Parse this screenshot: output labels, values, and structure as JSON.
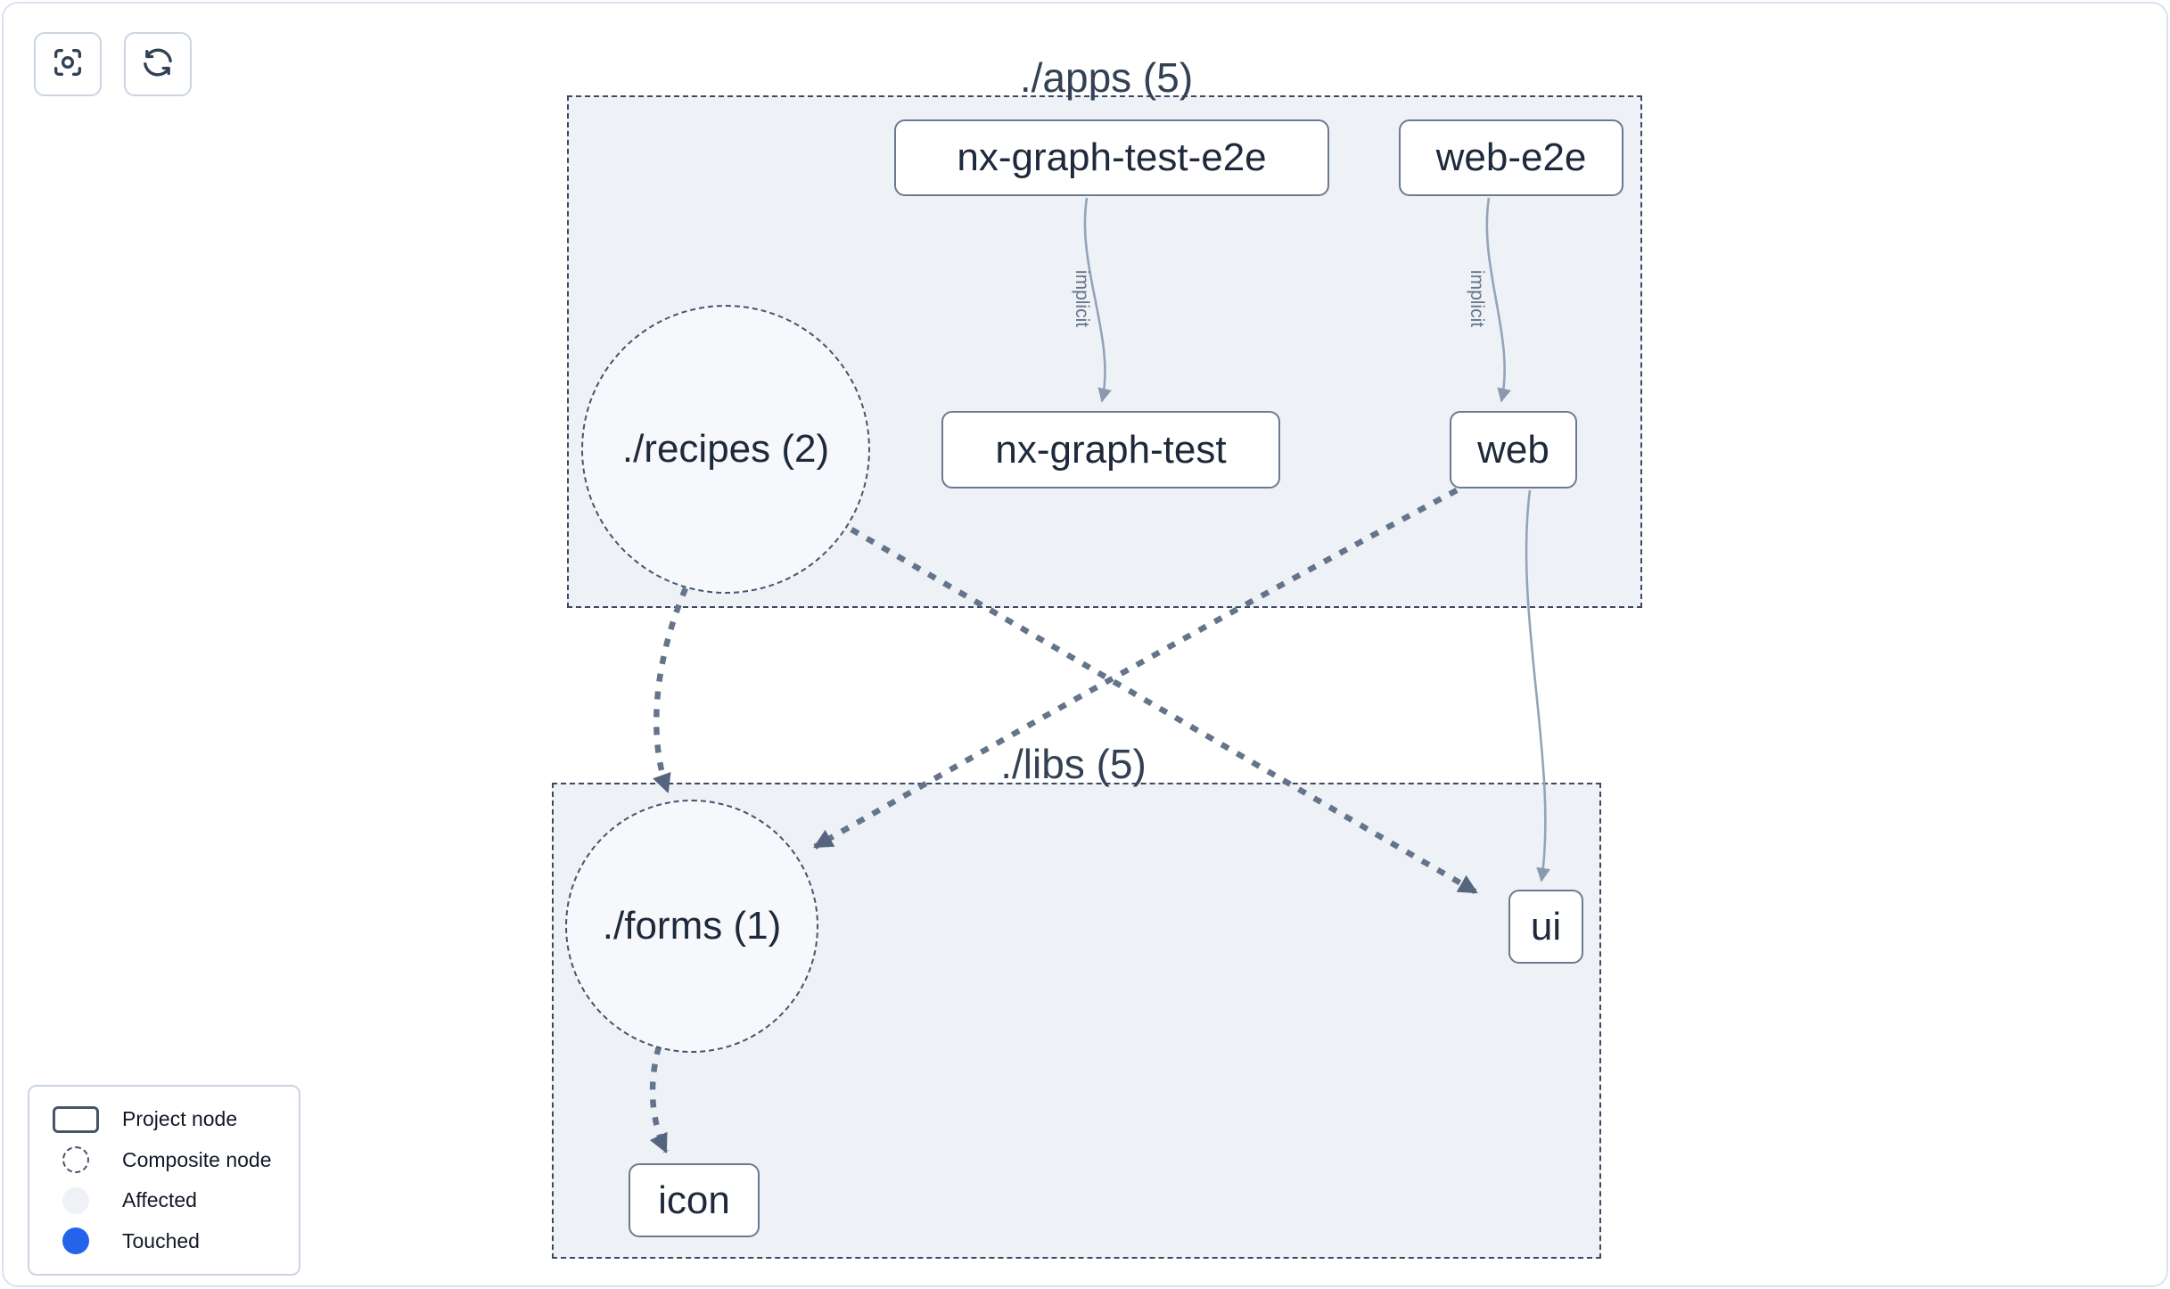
{
  "toolbar": {
    "buttons": [
      {
        "icon": "focus-icon"
      },
      {
        "icon": "refresh-icon"
      }
    ]
  },
  "groups": [
    {
      "label": "./apps (5)"
    },
    {
      "label": "./libs (5)"
    }
  ],
  "nodes": [
    {
      "id": "nx-graph-test-e2e",
      "label": "nx-graph-test-e2e",
      "type": "project",
      "group": "./apps (5)"
    },
    {
      "id": "web-e2e",
      "label": "web-e2e",
      "type": "project",
      "group": "./apps (5)"
    },
    {
      "id": "./recipes (2)",
      "label": "./recipes (2)",
      "type": "composite",
      "group": "./apps (5)"
    },
    {
      "id": "nx-graph-test",
      "label": "nx-graph-test",
      "type": "project",
      "group": "./apps (5)"
    },
    {
      "id": "web",
      "label": "web",
      "type": "project",
      "group": "./apps (5)"
    },
    {
      "id": "./forms (1)",
      "label": "./forms (1)",
      "type": "composite",
      "group": "./libs (5)"
    },
    {
      "id": "ui",
      "label": "ui",
      "type": "project",
      "group": "./libs (5)"
    },
    {
      "id": "icon",
      "label": "icon",
      "type": "project",
      "group": "./libs (5)"
    }
  ],
  "edges": [
    {
      "from": "nx-graph-test-e2e",
      "to": "nx-graph-test",
      "label": "implicit",
      "style": "solid"
    },
    {
      "from": "web-e2e",
      "to": "web",
      "label": "implicit",
      "style": "solid"
    },
    {
      "from": "web",
      "to": "ui",
      "label": "",
      "style": "solid"
    },
    {
      "from": "./recipes (2)",
      "to": "./forms (1)",
      "label": "",
      "style": "dashed"
    },
    {
      "from": "./recipes (2)",
      "to": "ui",
      "label": "",
      "style": "dashed"
    },
    {
      "from": "web",
      "to": "./forms (1)",
      "label": "",
      "style": "dashed"
    },
    {
      "from": "./forms (1)",
      "to": "icon",
      "label": "",
      "style": "dashed"
    }
  ],
  "legend": {
    "items": [
      {
        "icon": "project-node-icon",
        "label": "Project node"
      },
      {
        "icon": "composite-node-icon",
        "label": "Composite node"
      },
      {
        "icon": "affected-icon",
        "label": "Affected"
      },
      {
        "icon": "touched-icon",
        "label": "Touched"
      }
    ]
  },
  "colors": {
    "group_fill": "#eef2f7",
    "node_border": "#6b7a8f",
    "edge_dashed": "#64748b",
    "edge_solid": "#94a3b8",
    "arrow": "#55657d",
    "touched_blue": "#2563eb",
    "text": "#1e293b"
  }
}
